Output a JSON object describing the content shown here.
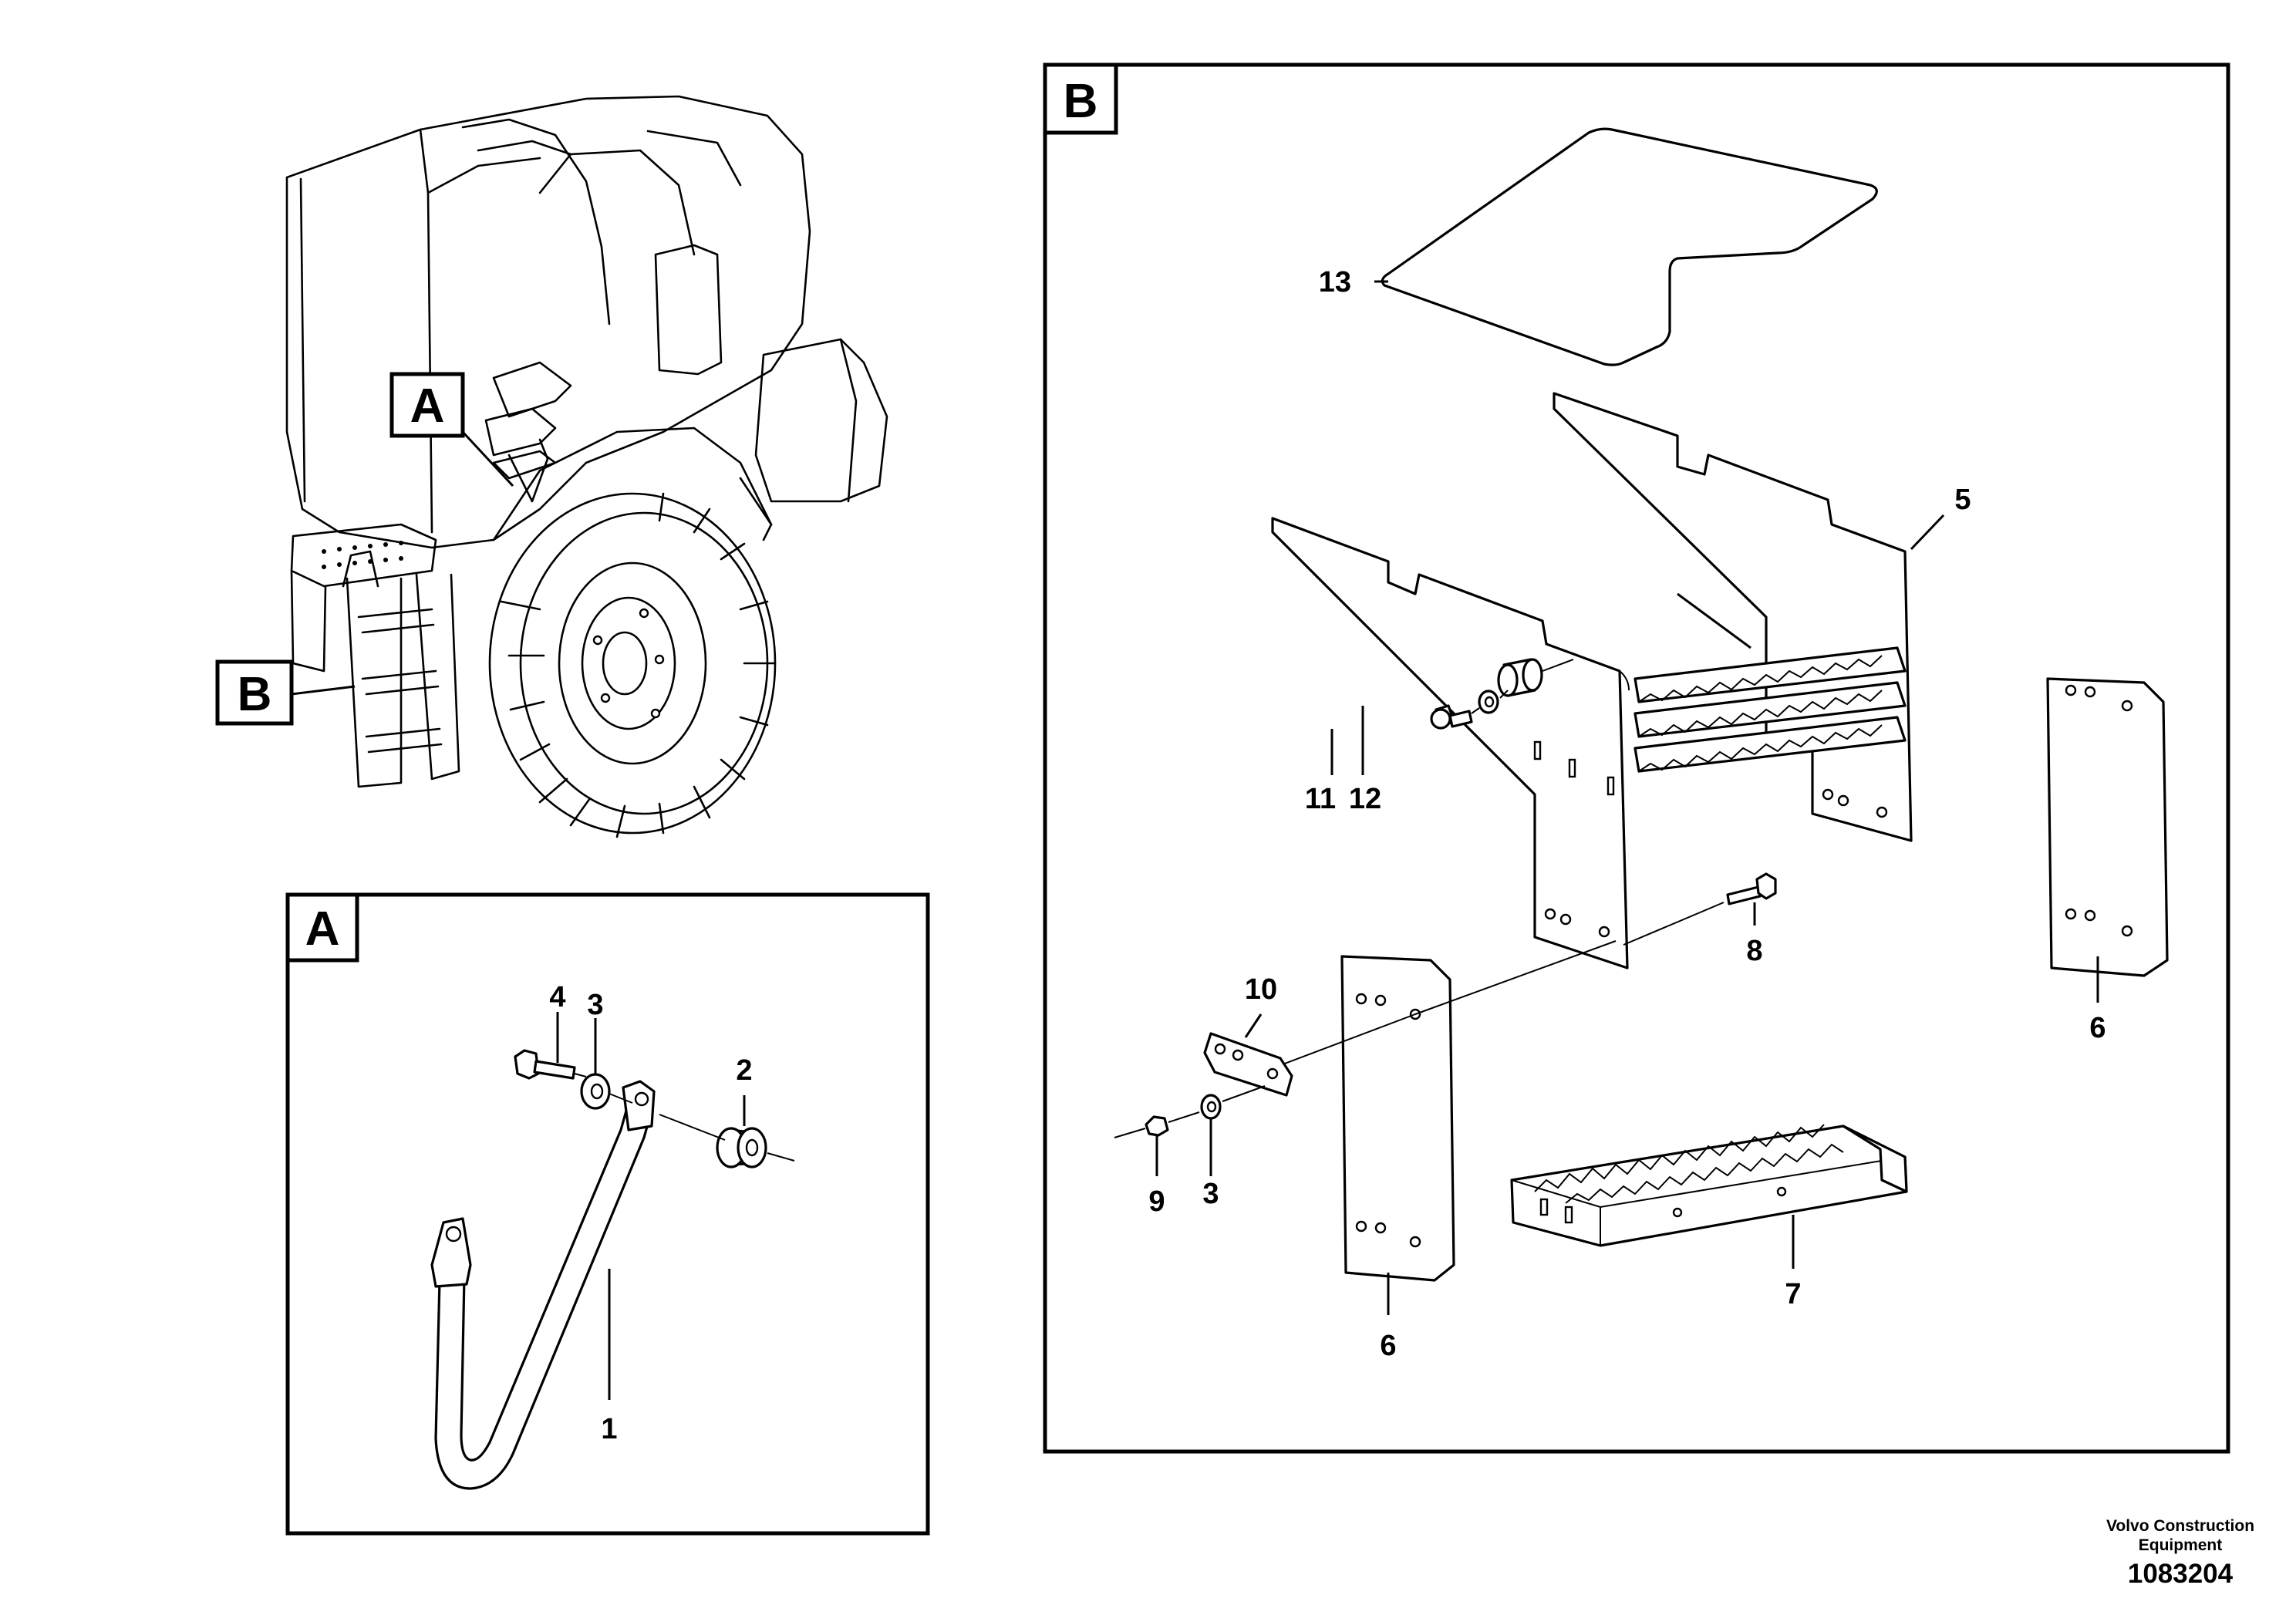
{
  "views": {
    "overview": {
      "callout_a": "A",
      "callout_b": "B"
    },
    "detail_a": {
      "tag": "A",
      "labels": {
        "p1": "1",
        "p2": "2",
        "p3": "3",
        "p4": "4"
      }
    },
    "detail_b": {
      "tag": "B",
      "labels": {
        "p3": "3",
        "p5": "5",
        "p6a": "6",
        "p6b": "6",
        "p7": "7",
        "p8": "8",
        "p9": "9",
        "p10": "10",
        "p11": "11",
        "p12": "12",
        "p13": "13"
      }
    }
  },
  "footer": {
    "company_line1": "Volvo Construction",
    "company_line2": "Equipment",
    "drawing_number": "1083204"
  }
}
